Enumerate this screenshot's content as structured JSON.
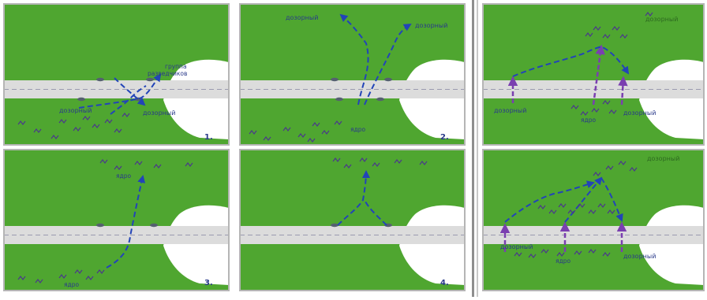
{
  "colors": {
    "field": "#4fa630",
    "ground": "#ffffff",
    "road": "#dcdcdc",
    "road_line": "#9a9ab0",
    "frame": "#b5b5b5",
    "arrow": "#2244b8",
    "arrow_vertical": "#7a3fb0",
    "label": "#2a3a8a",
    "label_green": "#2d6a20"
  },
  "panels": [
    {
      "number": "1.",
      "labels": {
        "scout_a": "дозорный",
        "scout_b": "дозорный",
        "group": "группа\nразведчиков"
      }
    },
    {
      "number": "2.",
      "labels": {
        "scout_a": "дозорный",
        "scout_b": "дозорный",
        "core": "ядро"
      }
    },
    {
      "number": "",
      "labels": {
        "scout_top": "дозорный",
        "scout_a": "дозорный",
        "core": "ядро",
        "scout_b": "дозорный"
      }
    },
    {
      "number": "3.",
      "labels": {
        "core_top": "ядро",
        "core_bottom": "ядро"
      }
    },
    {
      "number": "4.",
      "labels": {}
    },
    {
      "number": "",
      "labels": {
        "scout_top": "дозорный",
        "scout_a": "дозорный",
        "core": "ядро",
        "scout_b": "дозорный"
      }
    }
  ]
}
